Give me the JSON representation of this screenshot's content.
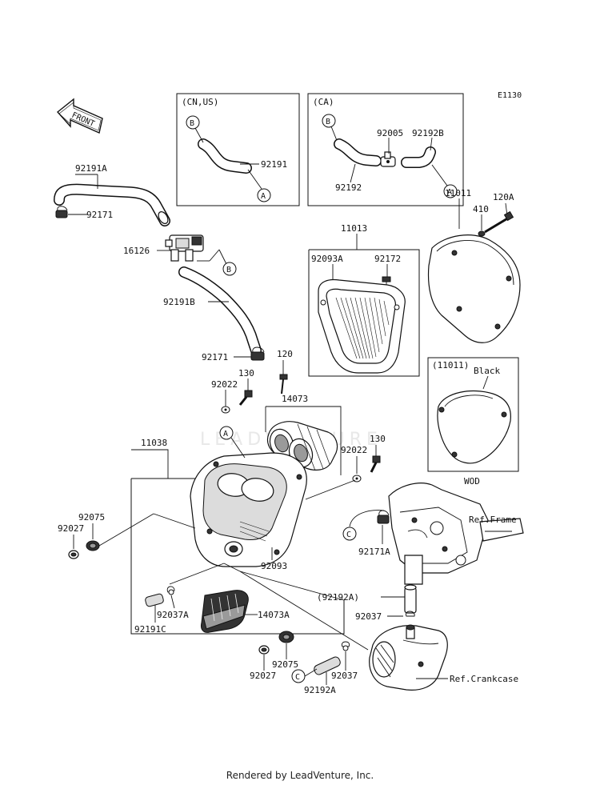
{
  "diagram_code": "E1130",
  "front_label": "FRONT",
  "watermark": "LEADVENTURE",
  "boxes": {
    "cn_us": "(CN,US)",
    "ca": "(CA)",
    "variant": "(11011)",
    "variant_color": "Black",
    "variant_model": "WOD"
  },
  "callouts": {
    "a": "A",
    "b": "B",
    "c": "C"
  },
  "parts": {
    "p92191a": "92191A",
    "p92171_top": "92171",
    "p16126": "16126",
    "p92191b": "92191B",
    "p92171_mid": "92171",
    "p92191": "92191",
    "p92005": "92005",
    "p92192b": "92192B",
    "p92192": "92192",
    "p11013": "11013",
    "p92093a": "92093A",
    "p92172": "92172",
    "p410": "410",
    "p120a": "120A",
    "p11011": "11011",
    "p120": "120",
    "p130_left": "130",
    "p92022_left": "92022",
    "p14073": "14073",
    "p11038": "11038",
    "p92022_right": "92022",
    "p130_right": "130",
    "p92075_left": "92075",
    "p92027_left": "92027",
    "p92093": "92093",
    "p92037a": "92037A",
    "p14073a": "14073A",
    "p92191c": "92191C",
    "p92171a": "92171A",
    "p92192a_paren": "(92192A)",
    "p92037_right": "92037",
    "p92075_bottom": "92075",
    "p92027_bottom": "92027",
    "p92037_bottom": "92037",
    "p92192a": "92192A",
    "ref_frame": "Ref.Frame",
    "ref_crankcase": "Ref.Crankcase"
  },
  "footer": "Rendered by LeadVenture, Inc."
}
